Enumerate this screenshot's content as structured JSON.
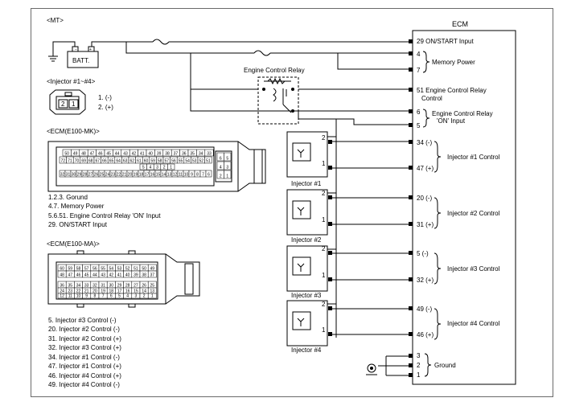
{
  "header": {
    "variant": "<MT>",
    "ecm_title": "ECM"
  },
  "battery": {
    "label": "BATT."
  },
  "relay": {
    "title": "Engine Control Relay"
  },
  "injector_connector": {
    "title": "<Injector #1~#4>",
    "pins": [
      "1. (-)",
      "2. (+)"
    ],
    "pin_numbers": [
      "2",
      "1"
    ]
  },
  "ecm_mk": {
    "title": "<ECM(E100-MK)>",
    "row1": [
      "50",
      "49",
      "48",
      "47",
      "46",
      "45",
      "44",
      "43",
      "42",
      "41",
      "40",
      "39",
      "38",
      "37",
      "36",
      "35",
      "34",
      "33"
    ],
    "row2": [
      "72",
      "71",
      "70",
      "69",
      "68",
      "67",
      "66",
      "65",
      "64",
      "63",
      "62",
      "61",
      "60",
      "59",
      "58",
      "57",
      "56",
      "55",
      "54",
      "53",
      "52",
      "51"
    ],
    "row3": [
      "5",
      "4",
      "3",
      "2",
      "1"
    ],
    "row4": [
      "32",
      "31",
      "30",
      "29",
      "28",
      "27",
      "26",
      "25",
      "24",
      "23",
      "22",
      "21",
      "20",
      "19",
      "18",
      "17",
      "16",
      "15",
      "14",
      "13",
      "12",
      "11",
      "10",
      "9",
      "8",
      "7",
      "6"
    ],
    "side": [
      "6",
      "5",
      "4",
      "3",
      "2",
      "1"
    ],
    "legend": [
      "1.2.3. Gorund",
      "4.7. Memory Power",
      "5.6.51. Engine Control Relay 'ON' Input",
      "29. ON/START Input"
    ]
  },
  "ecm_ma": {
    "title": "<ECM(E100-MA)>",
    "row1": [
      "60",
      "59",
      "58",
      "57",
      "56",
      "55",
      "54",
      "53",
      "52",
      "51",
      "50",
      "49"
    ],
    "row2": [
      "48",
      "47",
      "46",
      "45",
      "44",
      "43",
      "42",
      "41",
      "40",
      "39",
      "38",
      "37"
    ],
    "row3": [
      "36",
      "35",
      "34",
      "33",
      "32",
      "31",
      "30",
      "29",
      "28",
      "27",
      "26",
      "25"
    ],
    "row4": [
      "24",
      "23",
      "22",
      "21",
      "20",
      "19",
      "18",
      "17",
      "16",
      "15",
      "14",
      "13"
    ],
    "row5": [
      "12",
      "11",
      "10",
      "9",
      "8",
      "7",
      "6",
      "5",
      "4",
      "3",
      "2",
      "1"
    ],
    "legend": [
      "5. Injector #3 Control (-)",
      "20. Injector #2 Control (-)",
      "31. Injector #2 Control (+)",
      "32. Injector #3 Control (+)",
      "34. Injector #1 Control (-)",
      "47. Injector #1 Control (+)",
      "46. Injector #4 Control (+)",
      "49. Injector #4 Control (-)"
    ]
  },
  "ecm_pins": {
    "p29": "29 ON/START Input",
    "p4": "4",
    "p7": "7",
    "memory_power": "Memory Power",
    "p51": "51 Engine Control Relay",
    "p51_sub": "Control",
    "p6": "6",
    "p5": "5",
    "relay_on_1": "Engine Control Relay",
    "relay_on_2": "'ON' Input",
    "ground_pins": [
      "3",
      "2",
      "1"
    ],
    "ground": "Ground"
  },
  "injectors": [
    {
      "label": "Injector #1",
      "neg": "34 (-)",
      "pos": "47 (+)",
      "control": "Injector #1 Control",
      "pin_top": "2",
      "pin_bot": "1"
    },
    {
      "label": "Injector #2",
      "neg": "20 (-)",
      "pos": "31 (+)",
      "control": "Injector #2 Control",
      "pin_top": "2",
      "pin_bot": "1"
    },
    {
      "label": "Injector #3",
      "neg": "5 (-)",
      "pos": "32 (+)",
      "control": "Injector #3 Control",
      "pin_top": "2",
      "pin_bot": "1"
    },
    {
      "label": "Injector #4",
      "neg": "49 (-)",
      "pos": "46 (+)",
      "control": "Injector #4 Control",
      "pin_top": "2",
      "pin_bot": "1"
    }
  ]
}
